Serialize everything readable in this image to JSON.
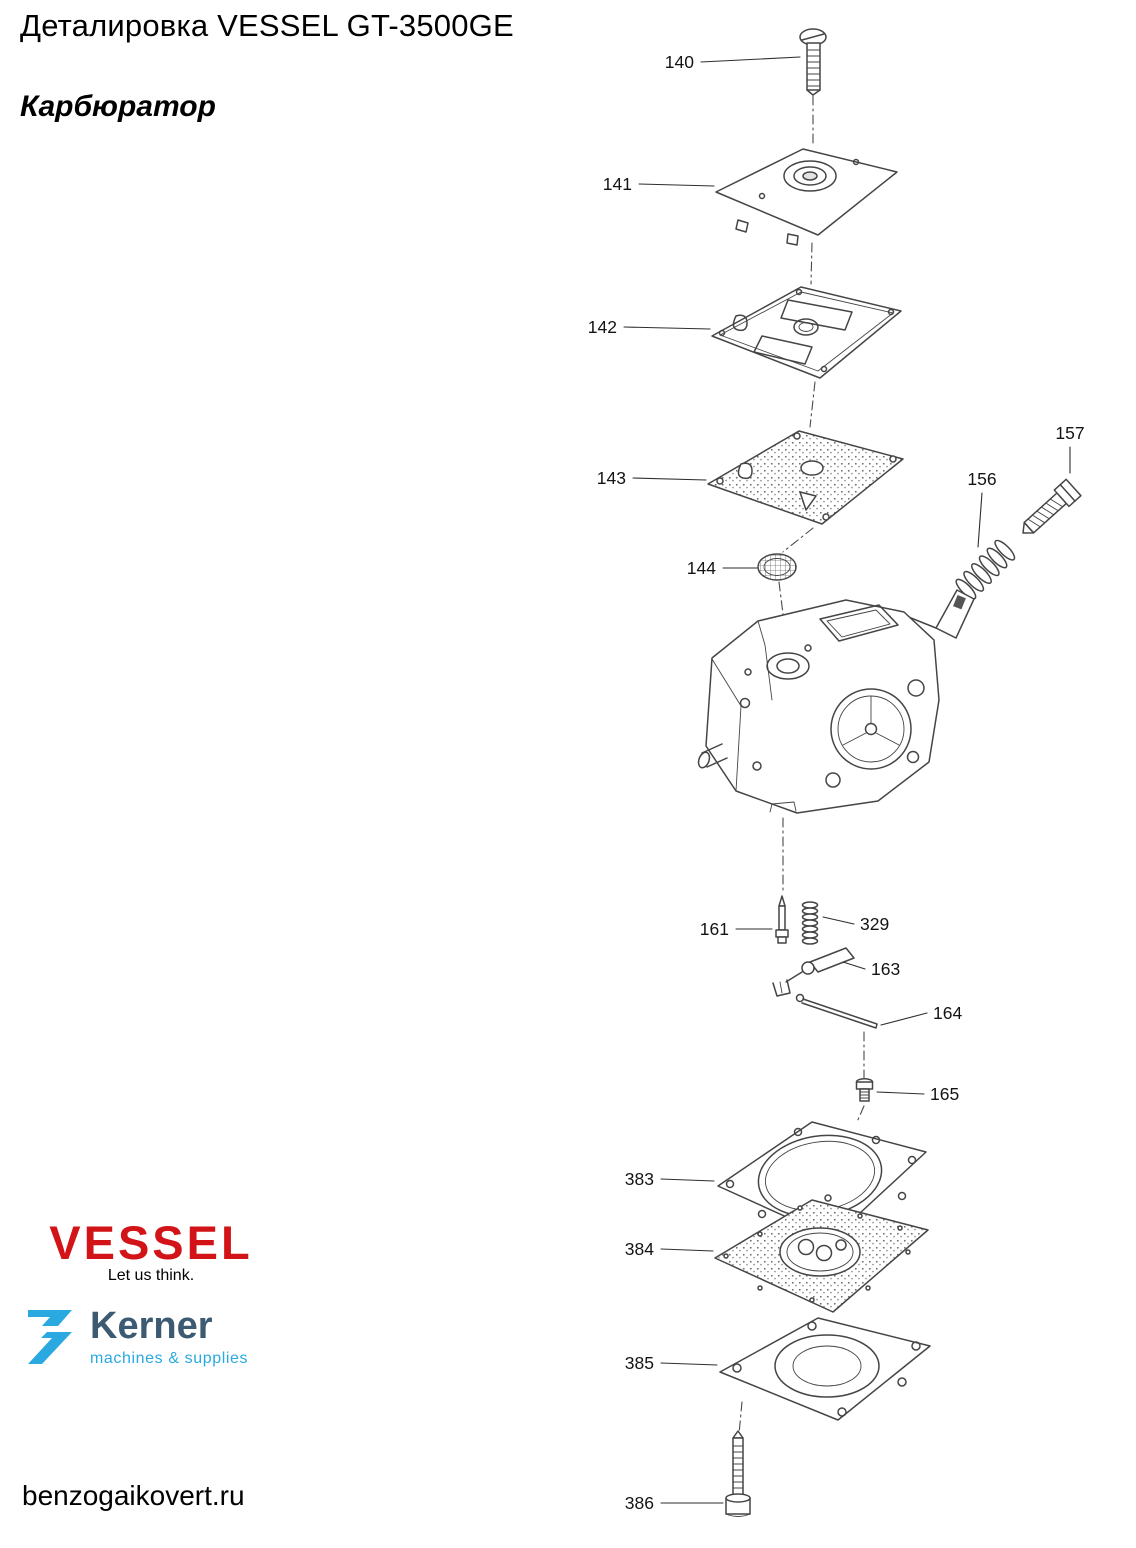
{
  "header": {
    "title": "Деталировка VESSEL GT-3500GE",
    "subtitle": "Карбюратор"
  },
  "diagram": {
    "type": "exploded-parts-diagram",
    "subject": "carburetor",
    "stroke_color": "#454545",
    "part_numbers": [
      "140",
      "141",
      "142",
      "143",
      "144",
      "156",
      "157",
      "161",
      "329",
      "163",
      "164",
      "165",
      "383",
      "384",
      "385",
      "386"
    ]
  },
  "branding": {
    "vessel_wordmark": "VESSEL",
    "vessel_tagline": "Let us think.",
    "vessel_red": "#d21418",
    "kerner_wordmark": "Kerner",
    "kerner_tagline": "machines & supplies",
    "kerner_blue": "#2aa9e0",
    "kerner_dark": "#3c5a71"
  },
  "footer": {
    "website": "benzogaikovert.ru"
  }
}
